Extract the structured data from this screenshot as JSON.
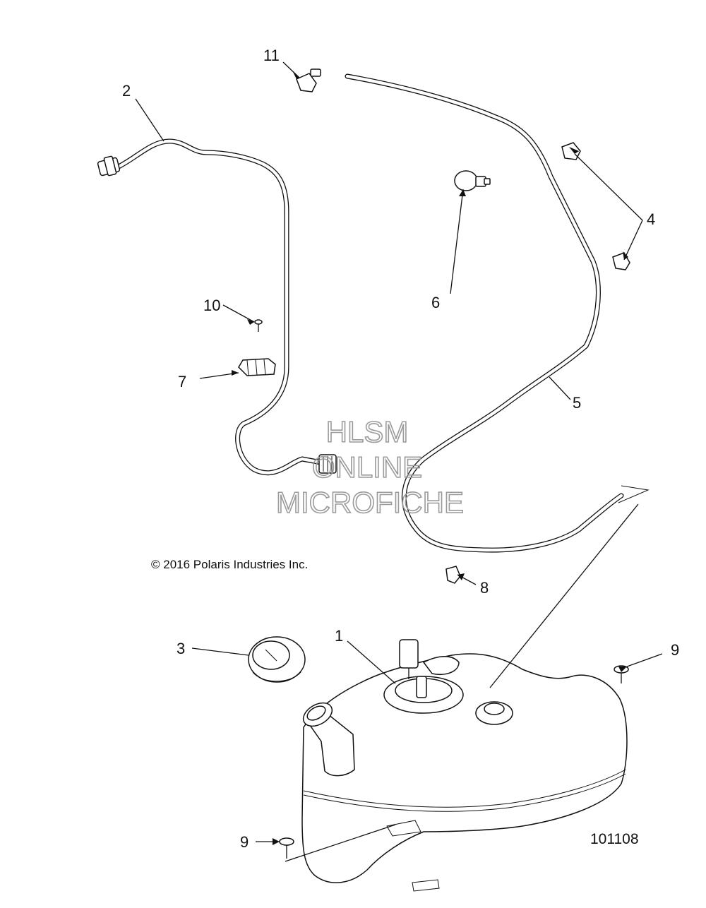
{
  "diagram": {
    "callouts": [
      "1",
      "2",
      "3",
      "4",
      "5",
      "6",
      "7",
      "8",
      "9",
      "9",
      "10",
      "11"
    ],
    "copyright": "© 2016 Polaris Industries Inc.",
    "figure_number": "101108",
    "watermark": [
      "HLSM",
      "ONLINE",
      "MICROFICHE"
    ]
  }
}
